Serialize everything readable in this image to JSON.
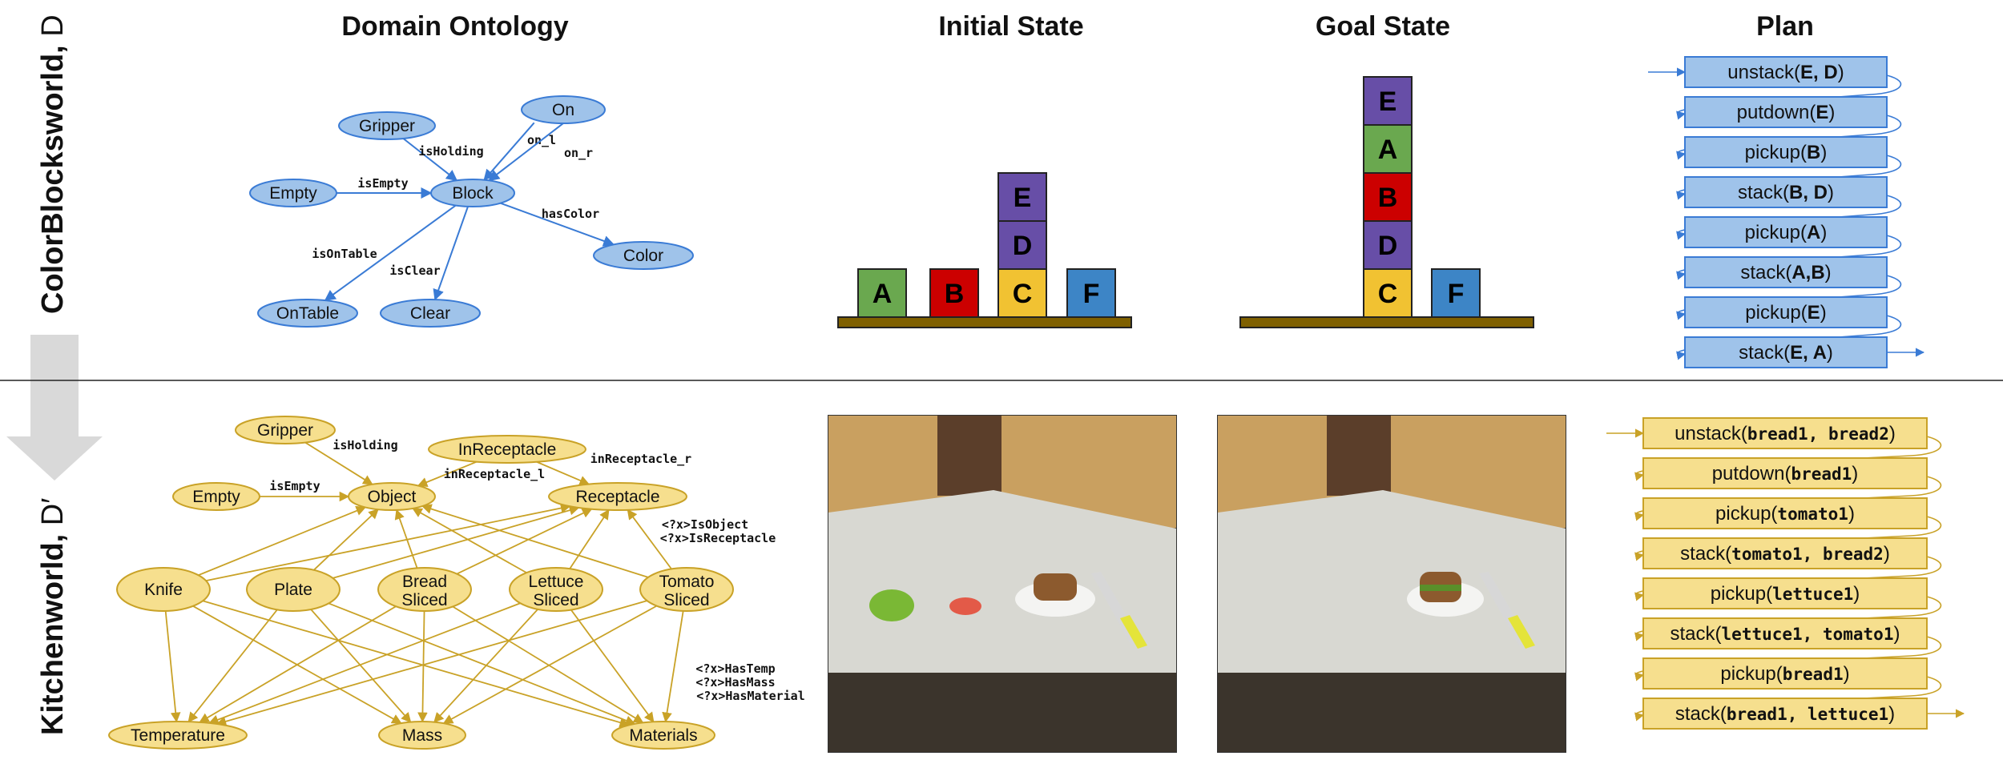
{
  "columns": {
    "ontology": "Domain Ontology",
    "initial": "Initial State",
    "goal": "Goal State",
    "plan": "Plan"
  },
  "rows": {
    "top": {
      "label": "ColorBlocksworld, ",
      "symbol": "D"
    },
    "bottom": {
      "label": "Kitchenworld, ",
      "symbol": "D′"
    }
  },
  "blocks_ontology": {
    "nodes": [
      {
        "id": "gripper",
        "label": "Gripper"
      },
      {
        "id": "on",
        "label": "On"
      },
      {
        "id": "empty",
        "label": "Empty"
      },
      {
        "id": "block",
        "label": "Block"
      },
      {
        "id": "color",
        "label": "Color"
      },
      {
        "id": "ontable",
        "label": "OnTable"
      },
      {
        "id": "clear",
        "label": "Clear"
      }
    ],
    "edges": [
      {
        "from": "gripper",
        "to": "block",
        "label": "isHolding"
      },
      {
        "from": "empty",
        "to": "block",
        "label": "isEmpty"
      },
      {
        "from": "on",
        "to": "block",
        "label": "on_l"
      },
      {
        "from": "on",
        "to": "block",
        "label": "on_r"
      },
      {
        "from": "block",
        "to": "color",
        "label": "hasColor"
      },
      {
        "from": "block",
        "to": "ontable",
        "label": "isOnTable"
      },
      {
        "from": "block",
        "to": "clear",
        "label": "isClear"
      }
    ]
  },
  "blocks_initial": [
    {
      "label": "A",
      "color": "#6aa84f",
      "stack": [
        "A"
      ]
    },
    {
      "label": "B",
      "color": "#cc0000",
      "stack": [
        "B"
      ]
    },
    {
      "label": "C",
      "color": "#f1c232",
      "stack": [
        "C",
        "D",
        "E"
      ]
    },
    {
      "label": "F",
      "color": "#3d85c6",
      "stack": [
        "F"
      ]
    }
  ],
  "block_colors": {
    "A": "#6aa84f",
    "B": "#cc0000",
    "C": "#f1c232",
    "D": "#674ea7",
    "E": "#674ea7",
    "F": "#3d85c6"
  },
  "blocks_goal": [
    {
      "stack": [
        "C",
        "D",
        "B",
        "A",
        "E"
      ]
    },
    {
      "stack": [
        "F"
      ]
    }
  ],
  "table_color": "#7f6000",
  "blocks_plan": [
    {
      "op": "unstack(",
      "args": "E, D",
      "close": ")"
    },
    {
      "op": "putdown(",
      "args": "E",
      "close": ")"
    },
    {
      "op": "pickup(",
      "args": "B",
      "close": ")"
    },
    {
      "op": "stack(",
      "args": "B, D",
      "close": ")"
    },
    {
      "op": "pickup(",
      "args": "A",
      "close": ")"
    },
    {
      "op": "stack(",
      "args": "A,B",
      "close": ")"
    },
    {
      "op": "pickup(",
      "args": "E",
      "close": ")"
    },
    {
      "op": "stack(",
      "args": "E, A",
      "close": ")"
    }
  ],
  "kitchen_ontology": {
    "nodes": [
      {
        "id": "gripper",
        "label": "Gripper"
      },
      {
        "id": "inreceptacle",
        "label": "InReceptacle"
      },
      {
        "id": "empty",
        "label": "Empty"
      },
      {
        "id": "object",
        "label": "Object"
      },
      {
        "id": "receptacle",
        "label": "Receptacle"
      },
      {
        "id": "knife",
        "label": "Knife"
      },
      {
        "id": "plate",
        "label": "Plate"
      },
      {
        "id": "bread",
        "label": "Bread",
        "label2": "Sliced"
      },
      {
        "id": "lettuce",
        "label": "Lettuce",
        "label2": "Sliced"
      },
      {
        "id": "tomato",
        "label": "Tomato",
        "label2": "Sliced"
      },
      {
        "id": "temperature",
        "label": "Temperature"
      },
      {
        "id": "mass",
        "label": "Mass"
      },
      {
        "id": "materials",
        "label": "Materials"
      }
    ],
    "edge_labels": {
      "isHolding": "isHolding",
      "isEmpty": "isEmpty",
      "inReceptacle_l": "inReceptacle_l",
      "inReceptacle_r": "inReceptacle_r",
      "isObject": "<?x>IsObject",
      "isReceptacle": "<?x>IsReceptacle",
      "hasTemp": "<?x>HasTemp",
      "hasMass": "<?x>HasMass",
      "hasMaterial": "<?x>HasMaterial"
    }
  },
  "kitchen_plan": [
    {
      "op": "unstack(",
      "args": "bread1, bread2",
      "close": ")"
    },
    {
      "op": "putdown(",
      "args": "bread1",
      "close": ")"
    },
    {
      "op": "pickup(",
      "args": "tomato1",
      "close": ")"
    },
    {
      "op": "stack(",
      "args": "tomato1, bread2",
      "close": ")"
    },
    {
      "op": "pickup(",
      "args": "lettuce1",
      "close": ")"
    },
    {
      "op": "stack(",
      "args": "lettuce1, tomato1",
      "close": ")"
    },
    {
      "op": "pickup(",
      "args": "bread1",
      "close": ")"
    },
    {
      "op": "stack(",
      "args": "bread1, lettuce1",
      "close": ")"
    }
  ],
  "colors": {
    "blue_node": "#9fc3ea",
    "blue_edge": "#3a7bd5",
    "yellow_node": "#f6df8e",
    "yellow_edge": "#c9a227",
    "down_arrow": "#d9d9d9"
  }
}
